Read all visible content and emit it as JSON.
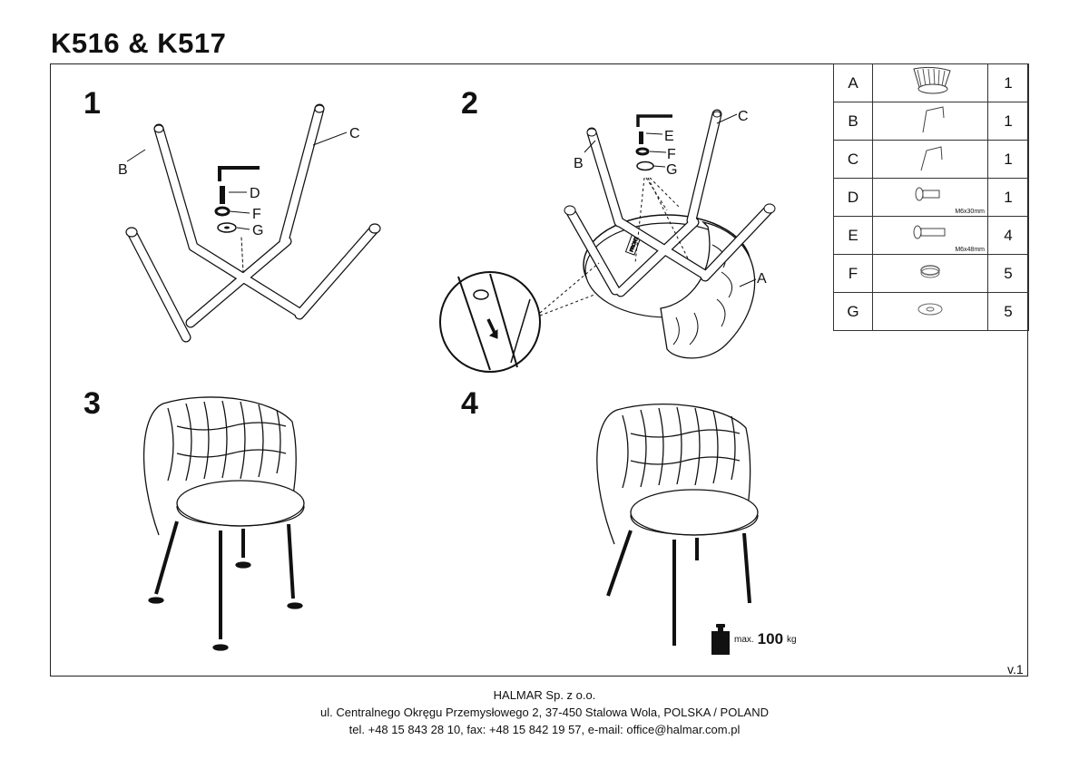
{
  "title": "K516 & K517",
  "steps": [
    "1",
    "2",
    "3",
    "4"
  ],
  "callouts": {
    "step1": {
      "B": "B",
      "C": "C",
      "D": "D",
      "F": "F",
      "G": "G"
    },
    "step2": {
      "A": "A",
      "B": "B",
      "C": "C",
      "E": "E",
      "F": "F",
      "G": "G",
      "seat_label": "FRONT"
    }
  },
  "parts": [
    {
      "letter": "A",
      "icon": "chair-seat-icon",
      "qty": "1",
      "spec": ""
    },
    {
      "letter": "B",
      "icon": "leg-frame-icon",
      "qty": "1",
      "spec": ""
    },
    {
      "letter": "C",
      "icon": "leg-frame-icon",
      "qty": "1",
      "spec": ""
    },
    {
      "letter": "D",
      "icon": "bolt-icon",
      "qty": "1",
      "spec": "M6x30mm"
    },
    {
      "letter": "E",
      "icon": "bolt-icon",
      "qty": "4",
      "spec": "M6x48mm"
    },
    {
      "letter": "F",
      "icon": "spring-washer-icon",
      "qty": "5",
      "spec": ""
    },
    {
      "letter": "G",
      "icon": "flat-washer-icon",
      "qty": "5",
      "spec": ""
    }
  ],
  "max_load": {
    "prefix": "max.",
    "value": "100",
    "unit": "kg"
  },
  "version": "v.1",
  "footer": {
    "company": "HALMAR Sp. z o.o.",
    "address": "ul. Centralnego Okręgu Przemysłowego 2, 37-450 Stalowa Wola, POLSKA / POLAND",
    "contact": "tel. +48 15 843 28 10, fax: +48 15 842 19 57, e-mail: office@halmar.com.pl"
  }
}
